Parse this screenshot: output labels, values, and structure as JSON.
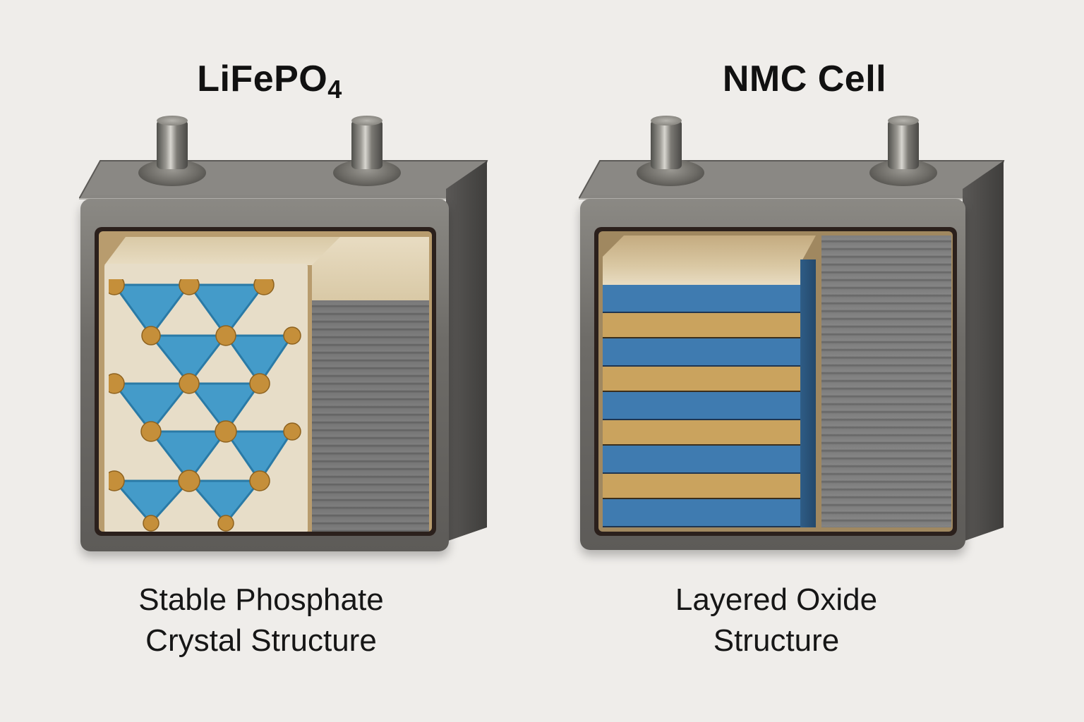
{
  "figure": {
    "background": "#efedea",
    "panels": [
      {
        "id": "lifepo4",
        "title_main": "LiFePO",
        "title_sub": "4",
        "caption_line1": "Stable Phosphate",
        "caption_line2": "Crystal Structure",
        "cathode_style": "crystal lattice of blue octahedra with gold atoms",
        "colors": {
          "casing": "#6e6c68",
          "cathode_bg": "#e7ddc8",
          "octahedra": "#3b97c9",
          "atoms": "#c58f3a",
          "anode": "#777777"
        }
      },
      {
        "id": "nmc",
        "title_main": "NMC Cell",
        "caption_line1": "Layered Oxide",
        "caption_line2": "Structure",
        "cathode_style": "alternating stacked layers",
        "layers": [
          "blue",
          "gold",
          "blue",
          "gold",
          "blue",
          "gold",
          "blue",
          "gold",
          "blue"
        ],
        "colors": {
          "casing": "#6e6c68",
          "blue_layer": "#3f7bb0",
          "gold_layer": "#caa35e",
          "top_plate": "#e2d3b3",
          "anode": "#777777"
        }
      }
    ]
  }
}
